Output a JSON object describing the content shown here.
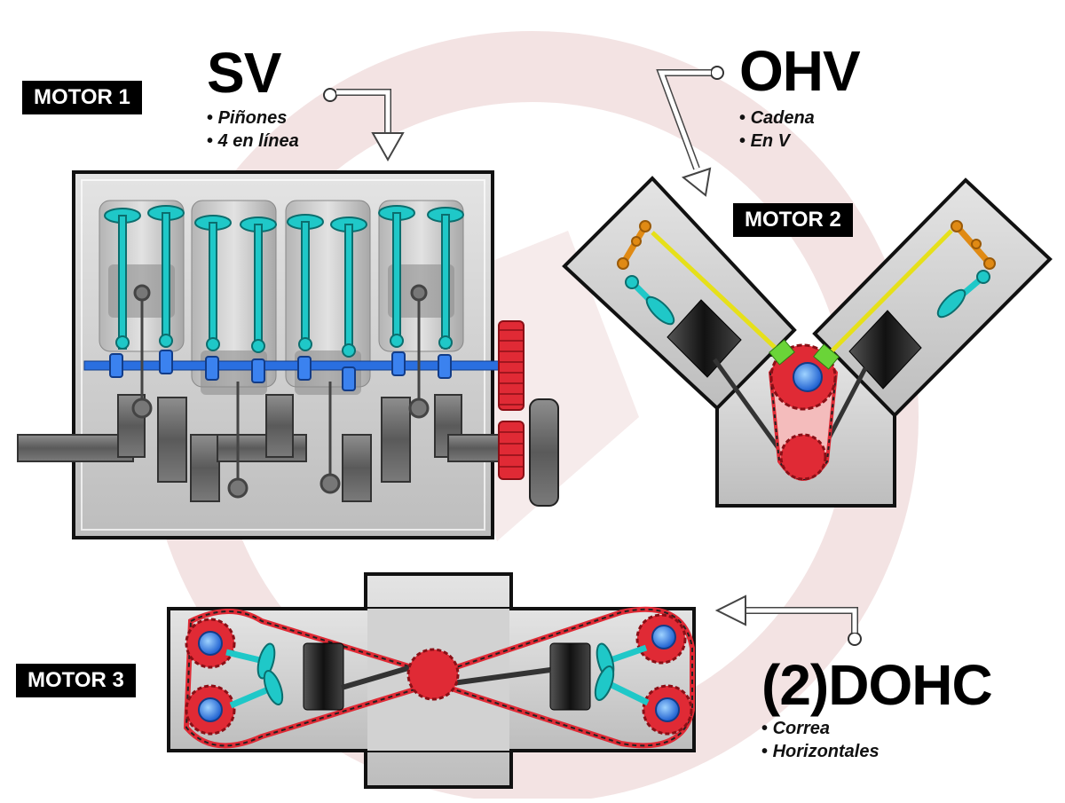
{
  "engines": [
    {
      "tag": "MOTOR 1",
      "title": "SV",
      "bullets": [
        "Piñones",
        "4 en línea"
      ]
    },
    {
      "tag": "MOTOR 2",
      "title": "OHV",
      "bullets": [
        "Cadena",
        "En V"
      ]
    },
    {
      "tag": "MOTOR 3",
      "title": "(2)DOHC",
      "bullets": [
        "Correa",
        "Horizontales"
      ]
    }
  ],
  "colors": {
    "valve": "#1fc8c8",
    "camshaft": "#1d5fd0",
    "gear": "#e02a35",
    "pushrod": "#e6e01a",
    "rocker": "#e08a14",
    "block": "#c8c8c8",
    "piston": "#1c1c1c",
    "watermark": "#e7c7c7"
  }
}
